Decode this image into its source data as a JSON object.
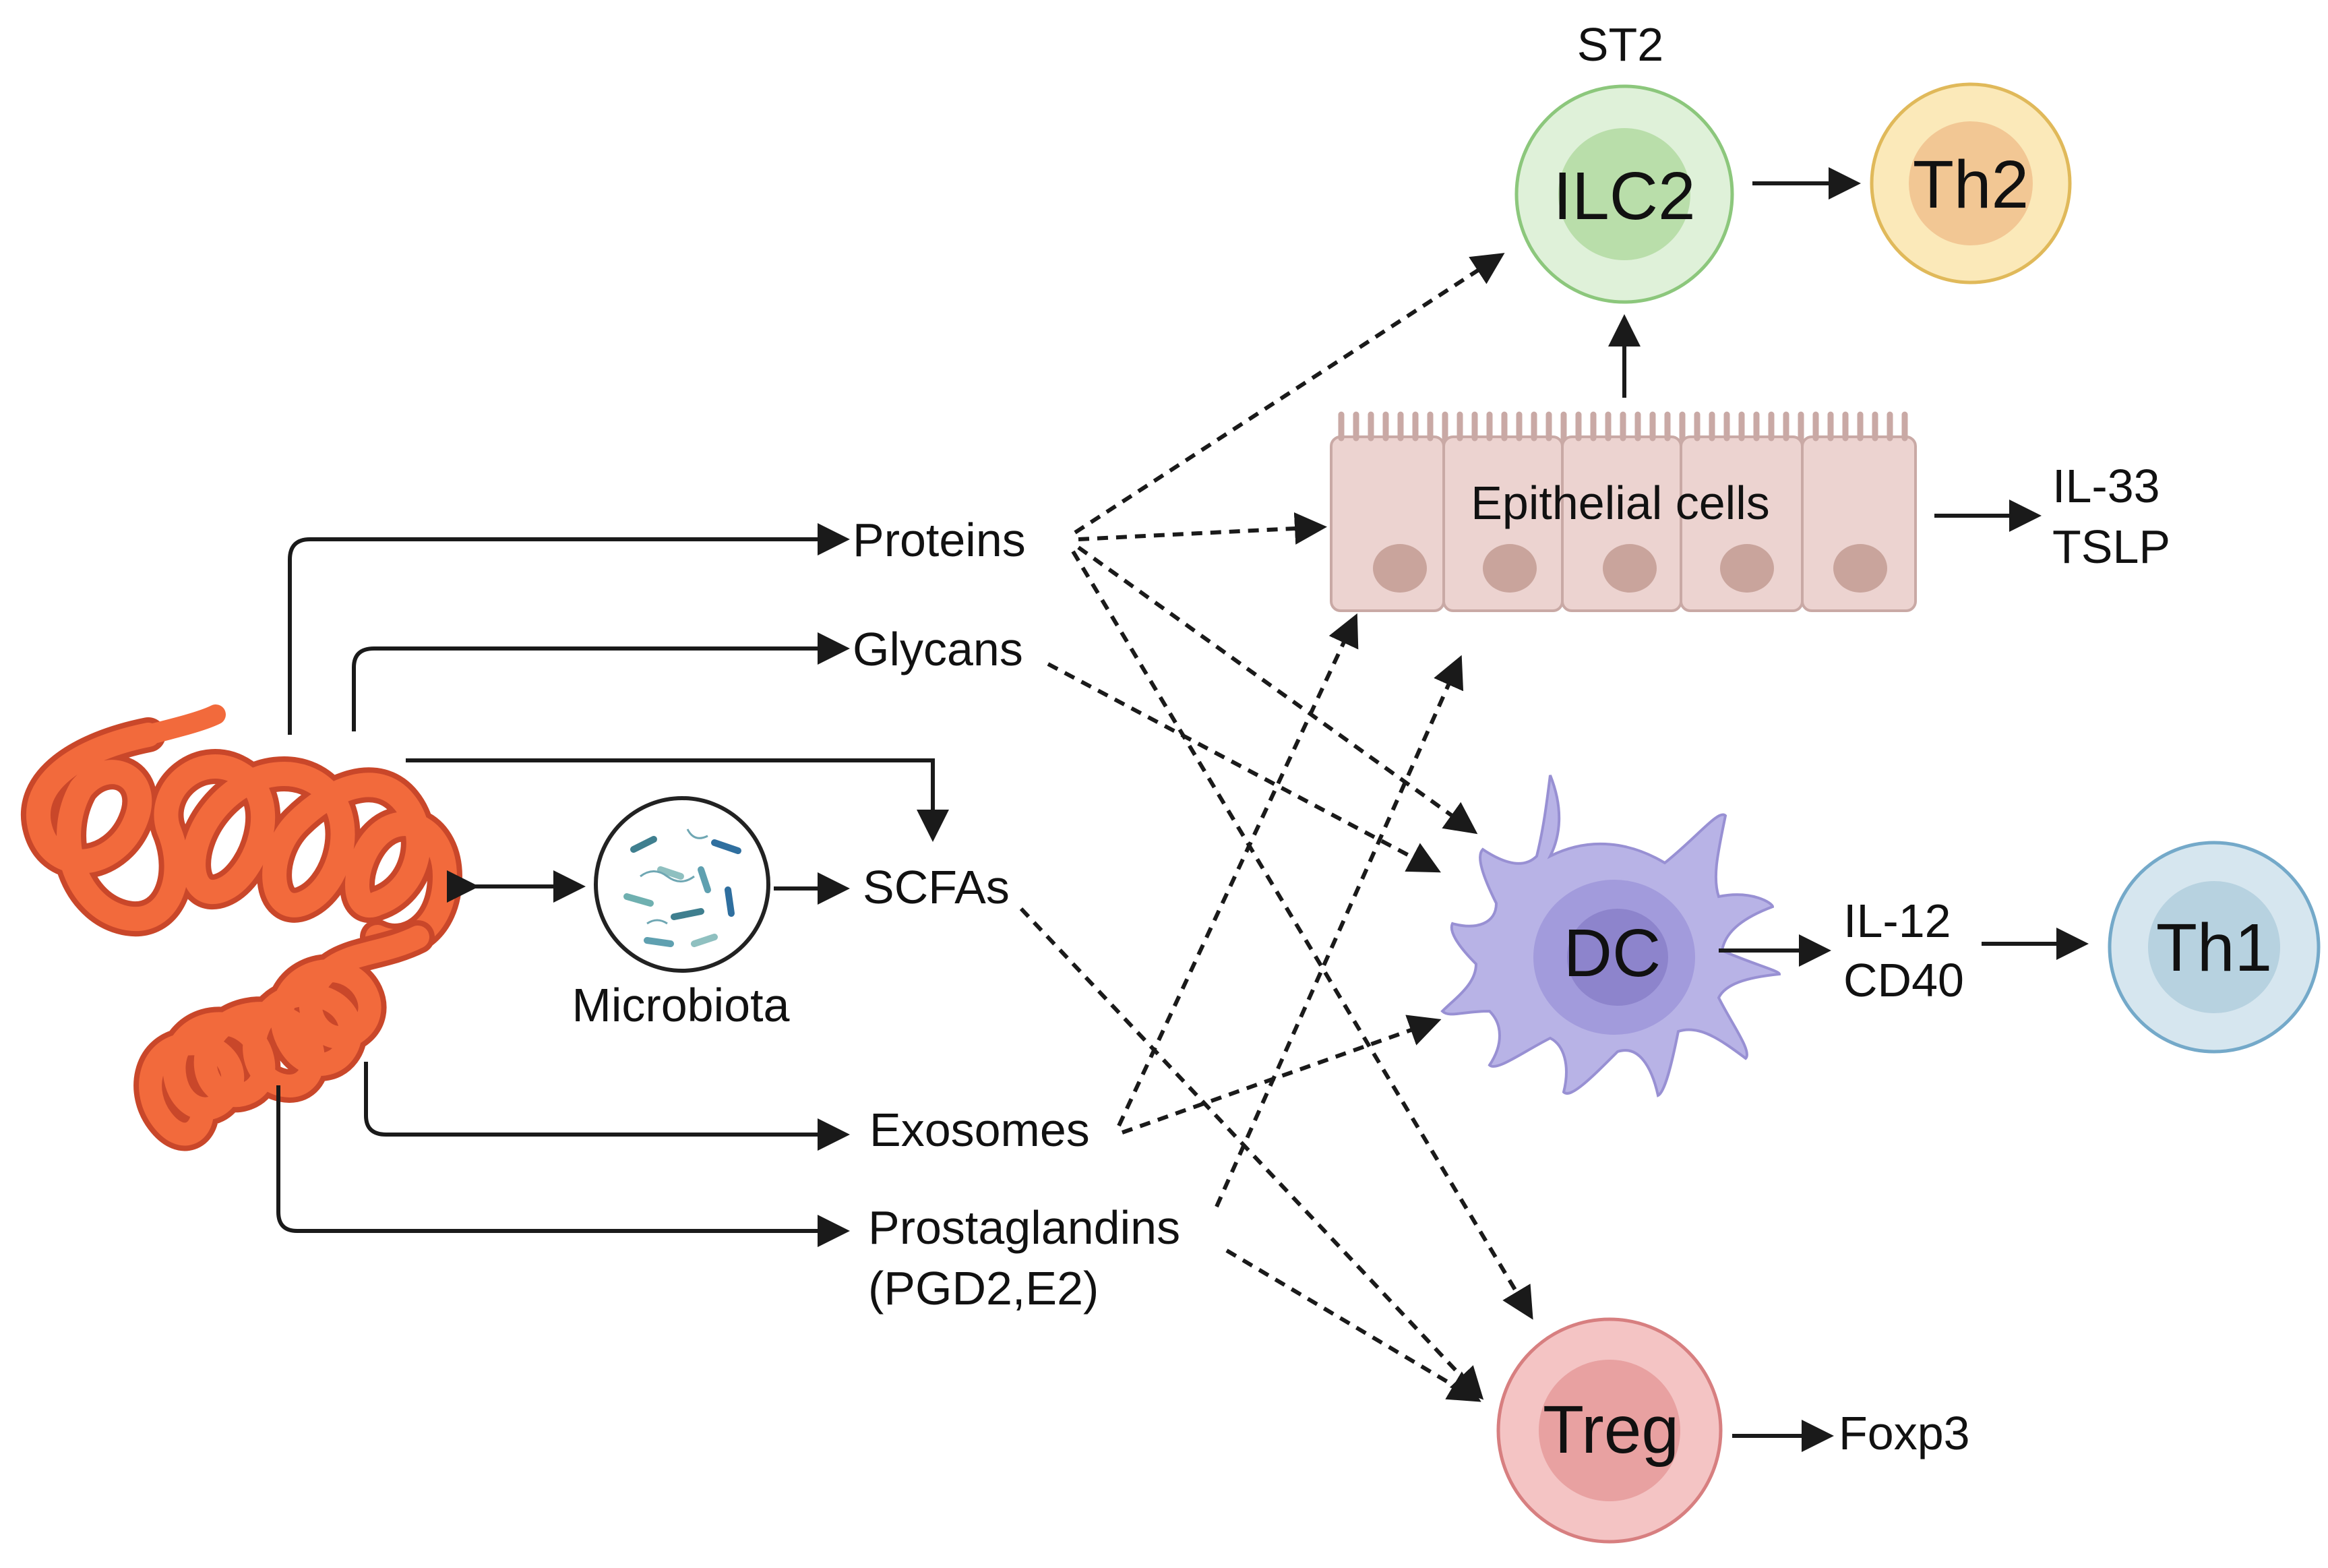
{
  "sources": {
    "proteins": "Proteins",
    "glycans": "Glycans",
    "scfas": "SCFAs",
    "exosomes": "Exosomes",
    "prostaglandins": "Prostaglandins",
    "prostaglandins_sub": "(PGD2,E2)"
  },
  "microbiota": "Microbiota",
  "epithelial": "Epithelial cells",
  "cells": {
    "ilc2": "ILC2",
    "st2": "ST2",
    "th2": "Th2",
    "dc": "DC",
    "th1": "Th1",
    "treg": "Treg"
  },
  "outputs": {
    "il33": "IL-33",
    "tslp": "TSLP",
    "il12": "IL-12",
    "cd40": "CD40",
    "foxp3": "Foxp3"
  },
  "colors": {
    "worm": "#f26a3c",
    "worm_outline": "#c9472a",
    "ilc2_fill": "#dff1d9",
    "ilc2_stroke": "#8cc77c",
    "th2_fill": "#fbe9b9",
    "th2_stroke": "#e0b95a",
    "th1_fill": "#d6e6ef",
    "th1_stroke": "#74a9c9",
    "treg_fill": "#f4c4c4",
    "treg_stroke": "#d77f80",
    "dc_fill": "#b8b3e6",
    "epithelium_fill": "#ecd3d0",
    "nucleus_fill": "#c9a49c"
  }
}
